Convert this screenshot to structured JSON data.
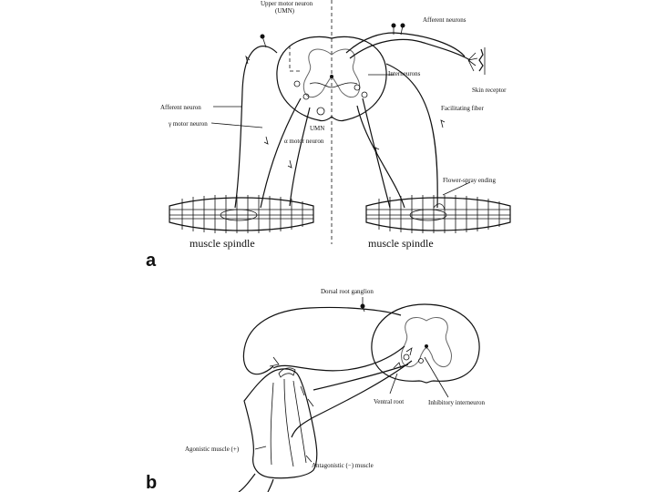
{
  "panel_a": {
    "letter": "a",
    "labels": {
      "umn_top_line1": "Upper motor neuron",
      "umn_top_line2": "(UMN)",
      "afferent_neurons": "Afferent neurons",
      "interneurons": "Interneurons",
      "skin_receptor": "Skin receptor",
      "afferent_neuron": "Afferent neuron",
      "gamma_motor_neuron": "γ motor neuron",
      "umn": "UMN",
      "alpha_motor_neuron": "α motor neuron",
      "facilitating_fiber": "Facilitating fiber",
      "flower_spray_ending": "Flower-spray ending",
      "muscle_spindle_left": "muscle spindle",
      "muscle_spindle_right": "muscle spindle"
    }
  },
  "panel_b": {
    "letter": "b",
    "labels": {
      "dorsal_root_ganglion": "Dorsal root ganglion",
      "ventral_root": "Ventral root",
      "inhibitory_interneuron": "Inhibitory interneuron",
      "agonistic_muscle": "Agonistic muscle (+)",
      "antagonistic_muscle": "Antagonistic (−) muscle"
    }
  }
}
